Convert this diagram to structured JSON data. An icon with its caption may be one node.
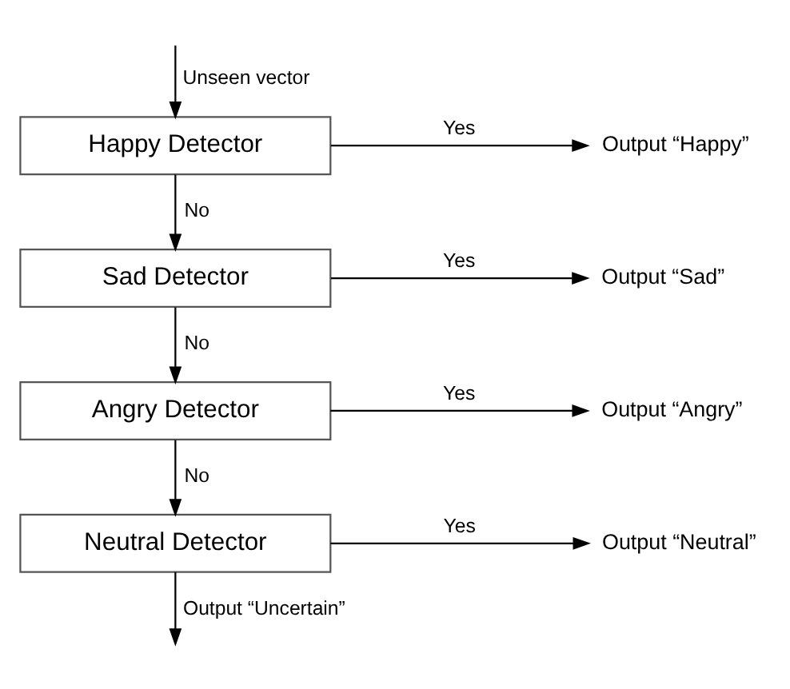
{
  "diagram": {
    "nodes": [
      {
        "text": [
          "Happy Detector"
        ]
      },
      {
        "text": [
          "Output “Happy”"
        ]
      },
      {
        "text": [
          "Sad Detector"
        ]
      },
      {
        "text": [
          "Output “Sad”"
        ]
      },
      {
        "text": [
          "Angry Detector"
        ]
      },
      {
        "text": [
          "Output “Angry”"
        ]
      },
      {
        "text": [
          "Neutral Detector"
        ]
      },
      {
        "text": [
          "Output “Neutral”"
        ]
      }
    ],
    "edges": [
      {
        "from": null,
        "to": 0,
        "arrow": "to",
        "label": "Unseen vector"
      },
      {
        "from": 0,
        "to": 1,
        "arrow": "to",
        "label": "Yes"
      },
      {
        "from": 0,
        "to": 2,
        "arrow": "to",
        "label": "No"
      },
      {
        "from": 2,
        "to": 3,
        "arrow": "to",
        "label": "Yes"
      },
      {
        "from": 2,
        "to": 4,
        "arrow": "to",
        "label": "No"
      },
      {
        "from": 4,
        "to": 5,
        "arrow": "to",
        "label": "Yes"
      },
      {
        "from": 4,
        "to": 6,
        "arrow": "to",
        "label": "No"
      },
      {
        "from": 6,
        "to": 7,
        "arrow": "to",
        "label": "Yes"
      },
      {
        "from": 6,
        "to": null,
        "arrow": "to",
        "label": "Output “Uncertain”"
      }
    ]
  }
}
